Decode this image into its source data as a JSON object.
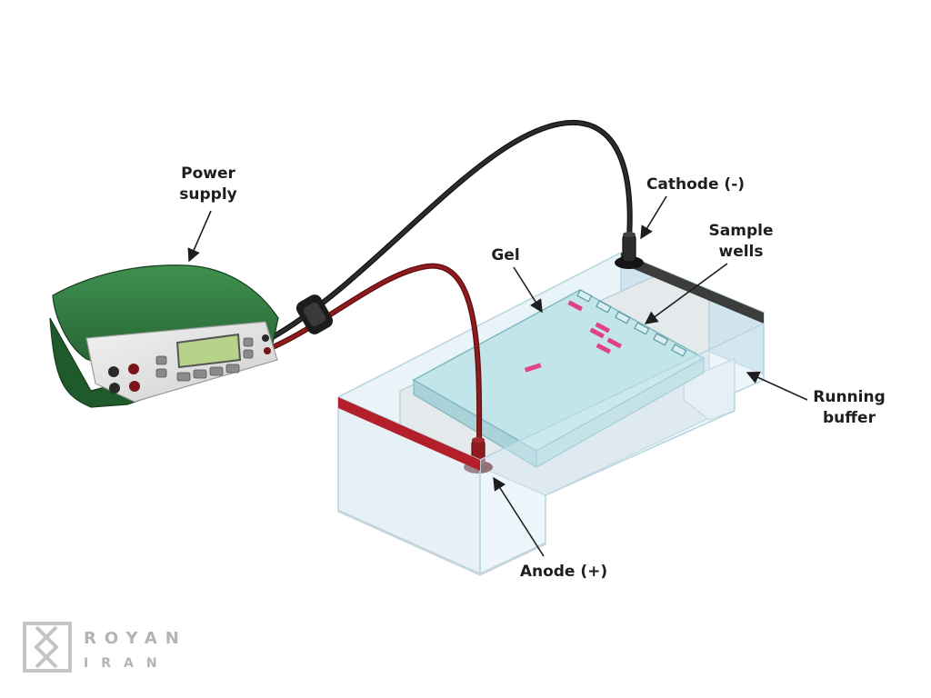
{
  "labels": {
    "power_supply": [
      "Power",
      "supply"
    ],
    "cathode": "Cathode (-)",
    "sample_wells": [
      "Sample",
      "wells"
    ],
    "gel": "Gel",
    "running_buffer": [
      "Running",
      "buffer"
    ],
    "anode": "Anode (+)"
  },
  "logo": {
    "line1": "ROYAN",
    "line2": "IRAN"
  },
  "colors": {
    "device_green": "#2e7a3e",
    "device_panel": "#e4e4e4",
    "display_green": "#b7d38a",
    "cathode_wire": "#1c1c1c",
    "anode_wire": "#7b1416",
    "tank_glass": "#d6ecf4",
    "anode_strip": "#b3202c",
    "cathode_strip": "#3c3c3c",
    "dna_band": "#e0418a",
    "label_text": "#1e1e1e"
  },
  "icons": [
    "power-supply-icon",
    "electrode-cathode-icon",
    "electrode-anode-icon",
    "royan-logo-icon"
  ]
}
